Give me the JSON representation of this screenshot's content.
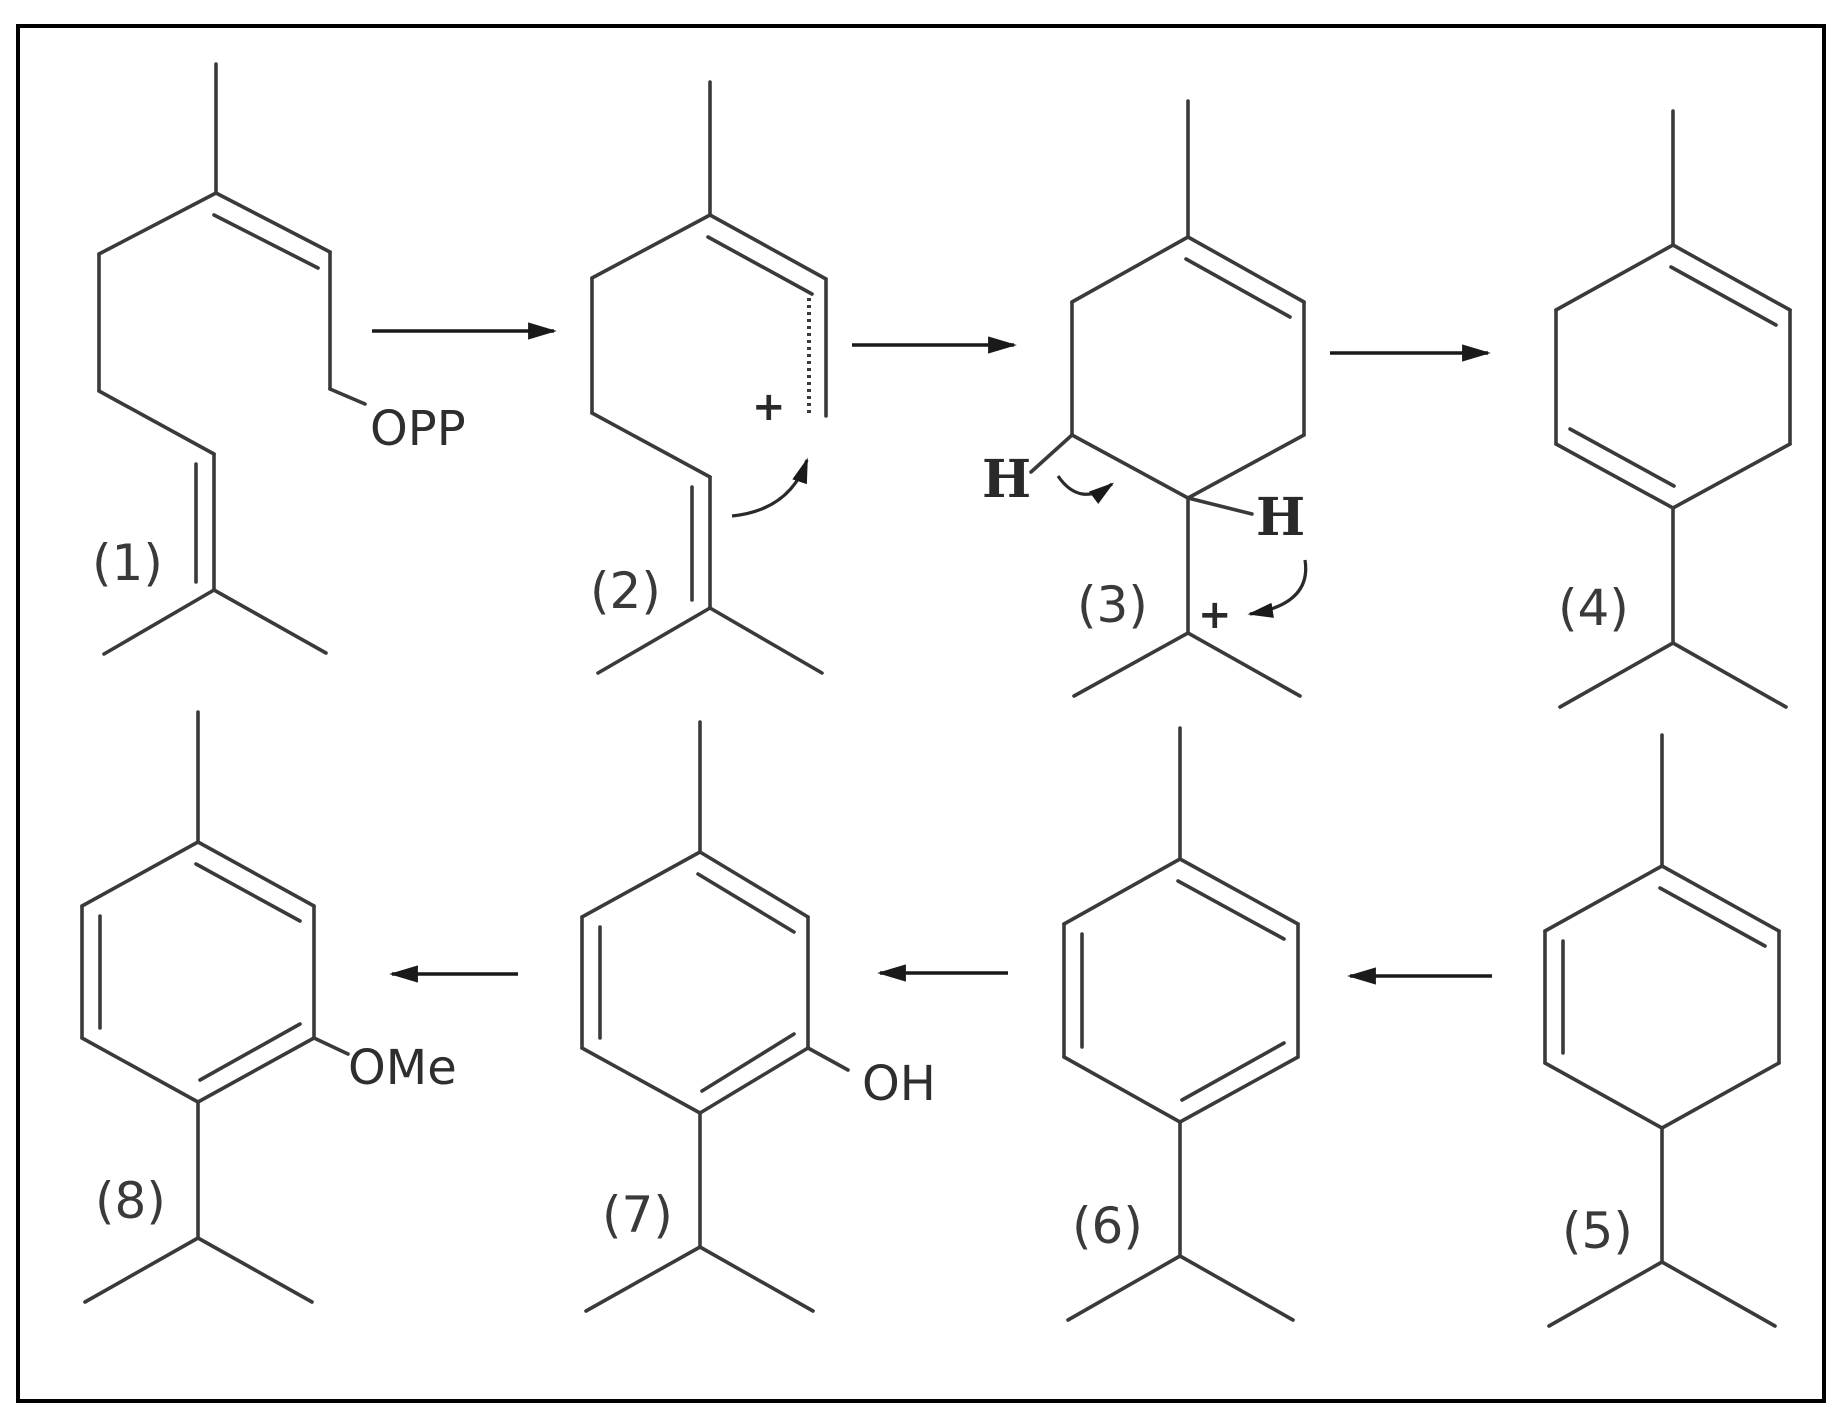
{
  "compound_labels": {
    "c1": "(1)",
    "c2": "(2)",
    "c3": "(3)",
    "c4": "(4)",
    "c5": "(5)",
    "c6": "(6)",
    "c7": "(7)",
    "c8": "(8)"
  },
  "substituents": {
    "opp": "OPP",
    "oh": "OH",
    "ome": "OMe",
    "h_left": "H",
    "h_right": "H",
    "plus_c2": "+",
    "plus_c3": "+"
  },
  "colors": {
    "bond": "#3a3a3a",
    "arrow": "#1a1a1a",
    "frame": "#000000",
    "background": "#ffffff"
  }
}
